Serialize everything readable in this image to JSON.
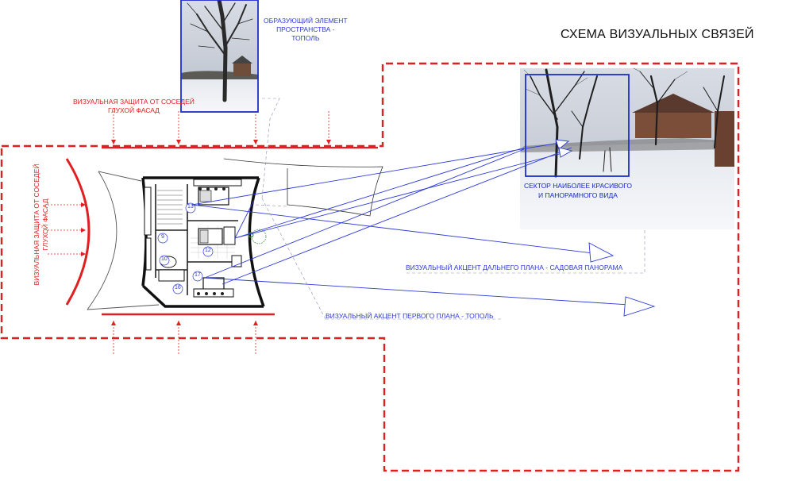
{
  "title": "СХЕМА ВИЗУАЛЬНЫХ СВЯЗЕЙ",
  "labels": {
    "tree_element": [
      "ОБРАЗУЮЩИЙ ЭЛЕМЕНТ",
      "ПРОСТРАНСТВА -",
      "ТОПОЛЬ"
    ],
    "neighbors_top": [
      "ВИЗУАЛЬНАЯ ЗАЩИТА ОТ СОСЕДЕЙ",
      "ГЛУХОЙ ФАСАД"
    ],
    "neighbors_left": [
      "ВИЗУАЛЬНАЯ ЗАЩИТА ОТ СОСЕДЕЙ",
      "ГЛУХОЙ ФАСАД"
    ],
    "far_accent": "ВИЗУАЛЬНЫЙ АКЦЕНТ ДАЛЬНЕГО  ПЛАНА  - САДОВАЯ ПАНОРАМА",
    "near_accent": "ВИЗУАЛЬНЫЙ АКЦЕНТ ПЕРВОГО ПЛАНА - ТОПОЛЬ",
    "sector": [
      "СЕКТОР НАИБОЛЕЕ КРАСИВОГО",
      "И ПАНОРАМНОГО ВИДА"
    ]
  },
  "room_numbers": [
    "13",
    "9",
    "12",
    "10",
    "17",
    "16"
  ],
  "colors": {
    "boundary": "#e02020",
    "sightline": "#2d3bd6",
    "wall": "#111111",
    "sky": "#c9ced6",
    "snow": "#eef1f5"
  }
}
